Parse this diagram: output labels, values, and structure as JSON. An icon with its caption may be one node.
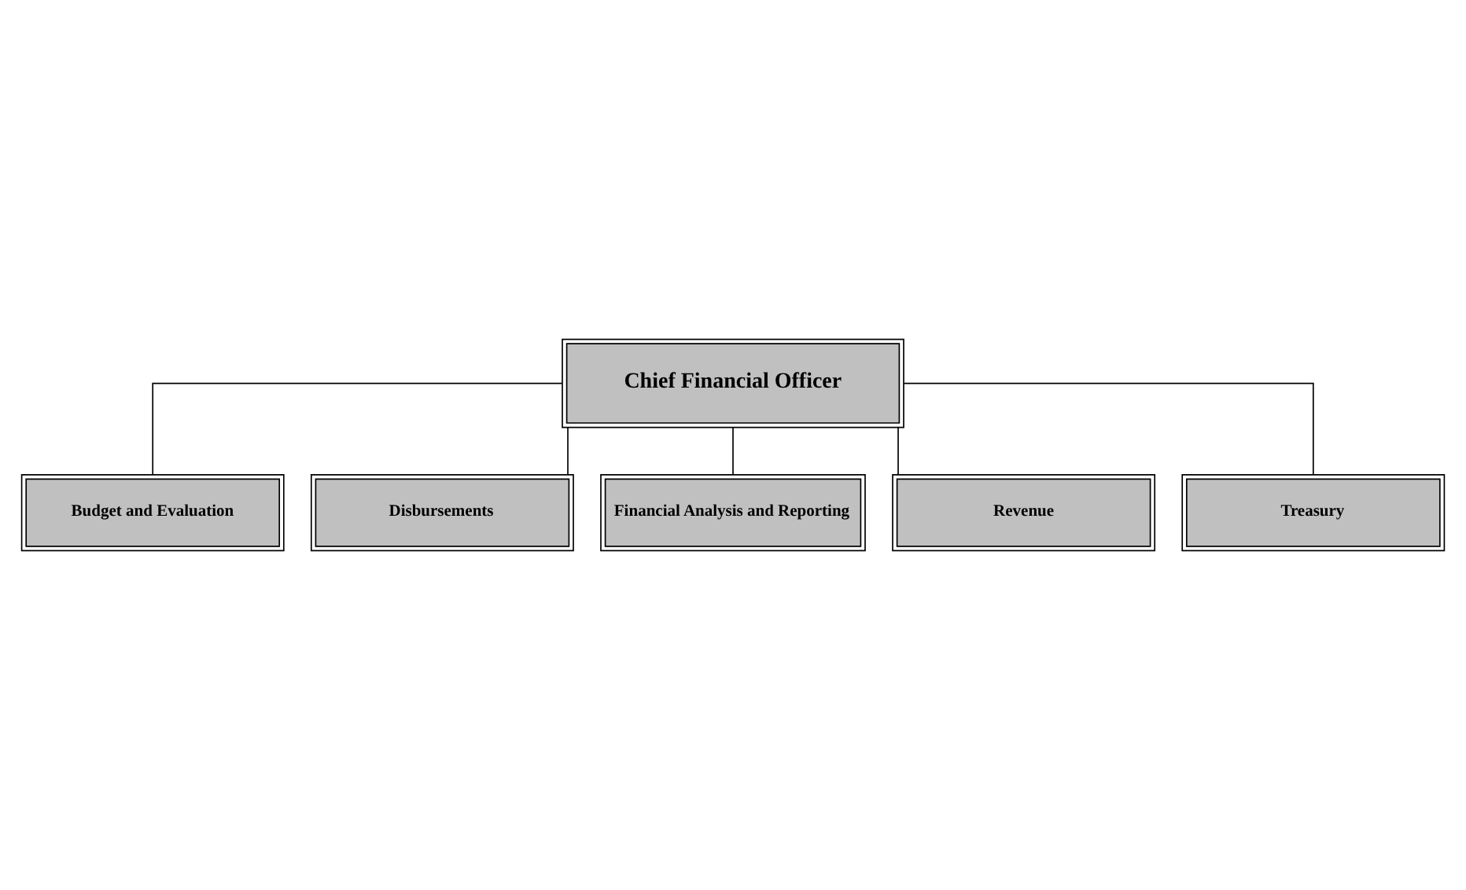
{
  "diagram": {
    "nodes": [
      {
        "text": [
          "Chief Financial Officer"
        ]
      },
      {
        "text": [
          "Budget and Evaluation"
        ]
      },
      {
        "text": [
          "Disbursements"
        ]
      },
      {
        "text": [
          "Financial Analysis and Reporting"
        ]
      },
      {
        "text": [
          "Revenue"
        ]
      },
      {
        "text": [
          "Treasury"
        ]
      }
    ],
    "edges": [
      {
        "from": 0,
        "to": 1,
        "arrow": "none"
      },
      {
        "from": 0,
        "to": 2,
        "arrow": "none"
      },
      {
        "from": 0,
        "to": 3,
        "arrow": "none"
      },
      {
        "from": 0,
        "to": 4,
        "arrow": "none"
      },
      {
        "from": 0,
        "to": 5,
        "arrow": "none"
      }
    ]
  }
}
